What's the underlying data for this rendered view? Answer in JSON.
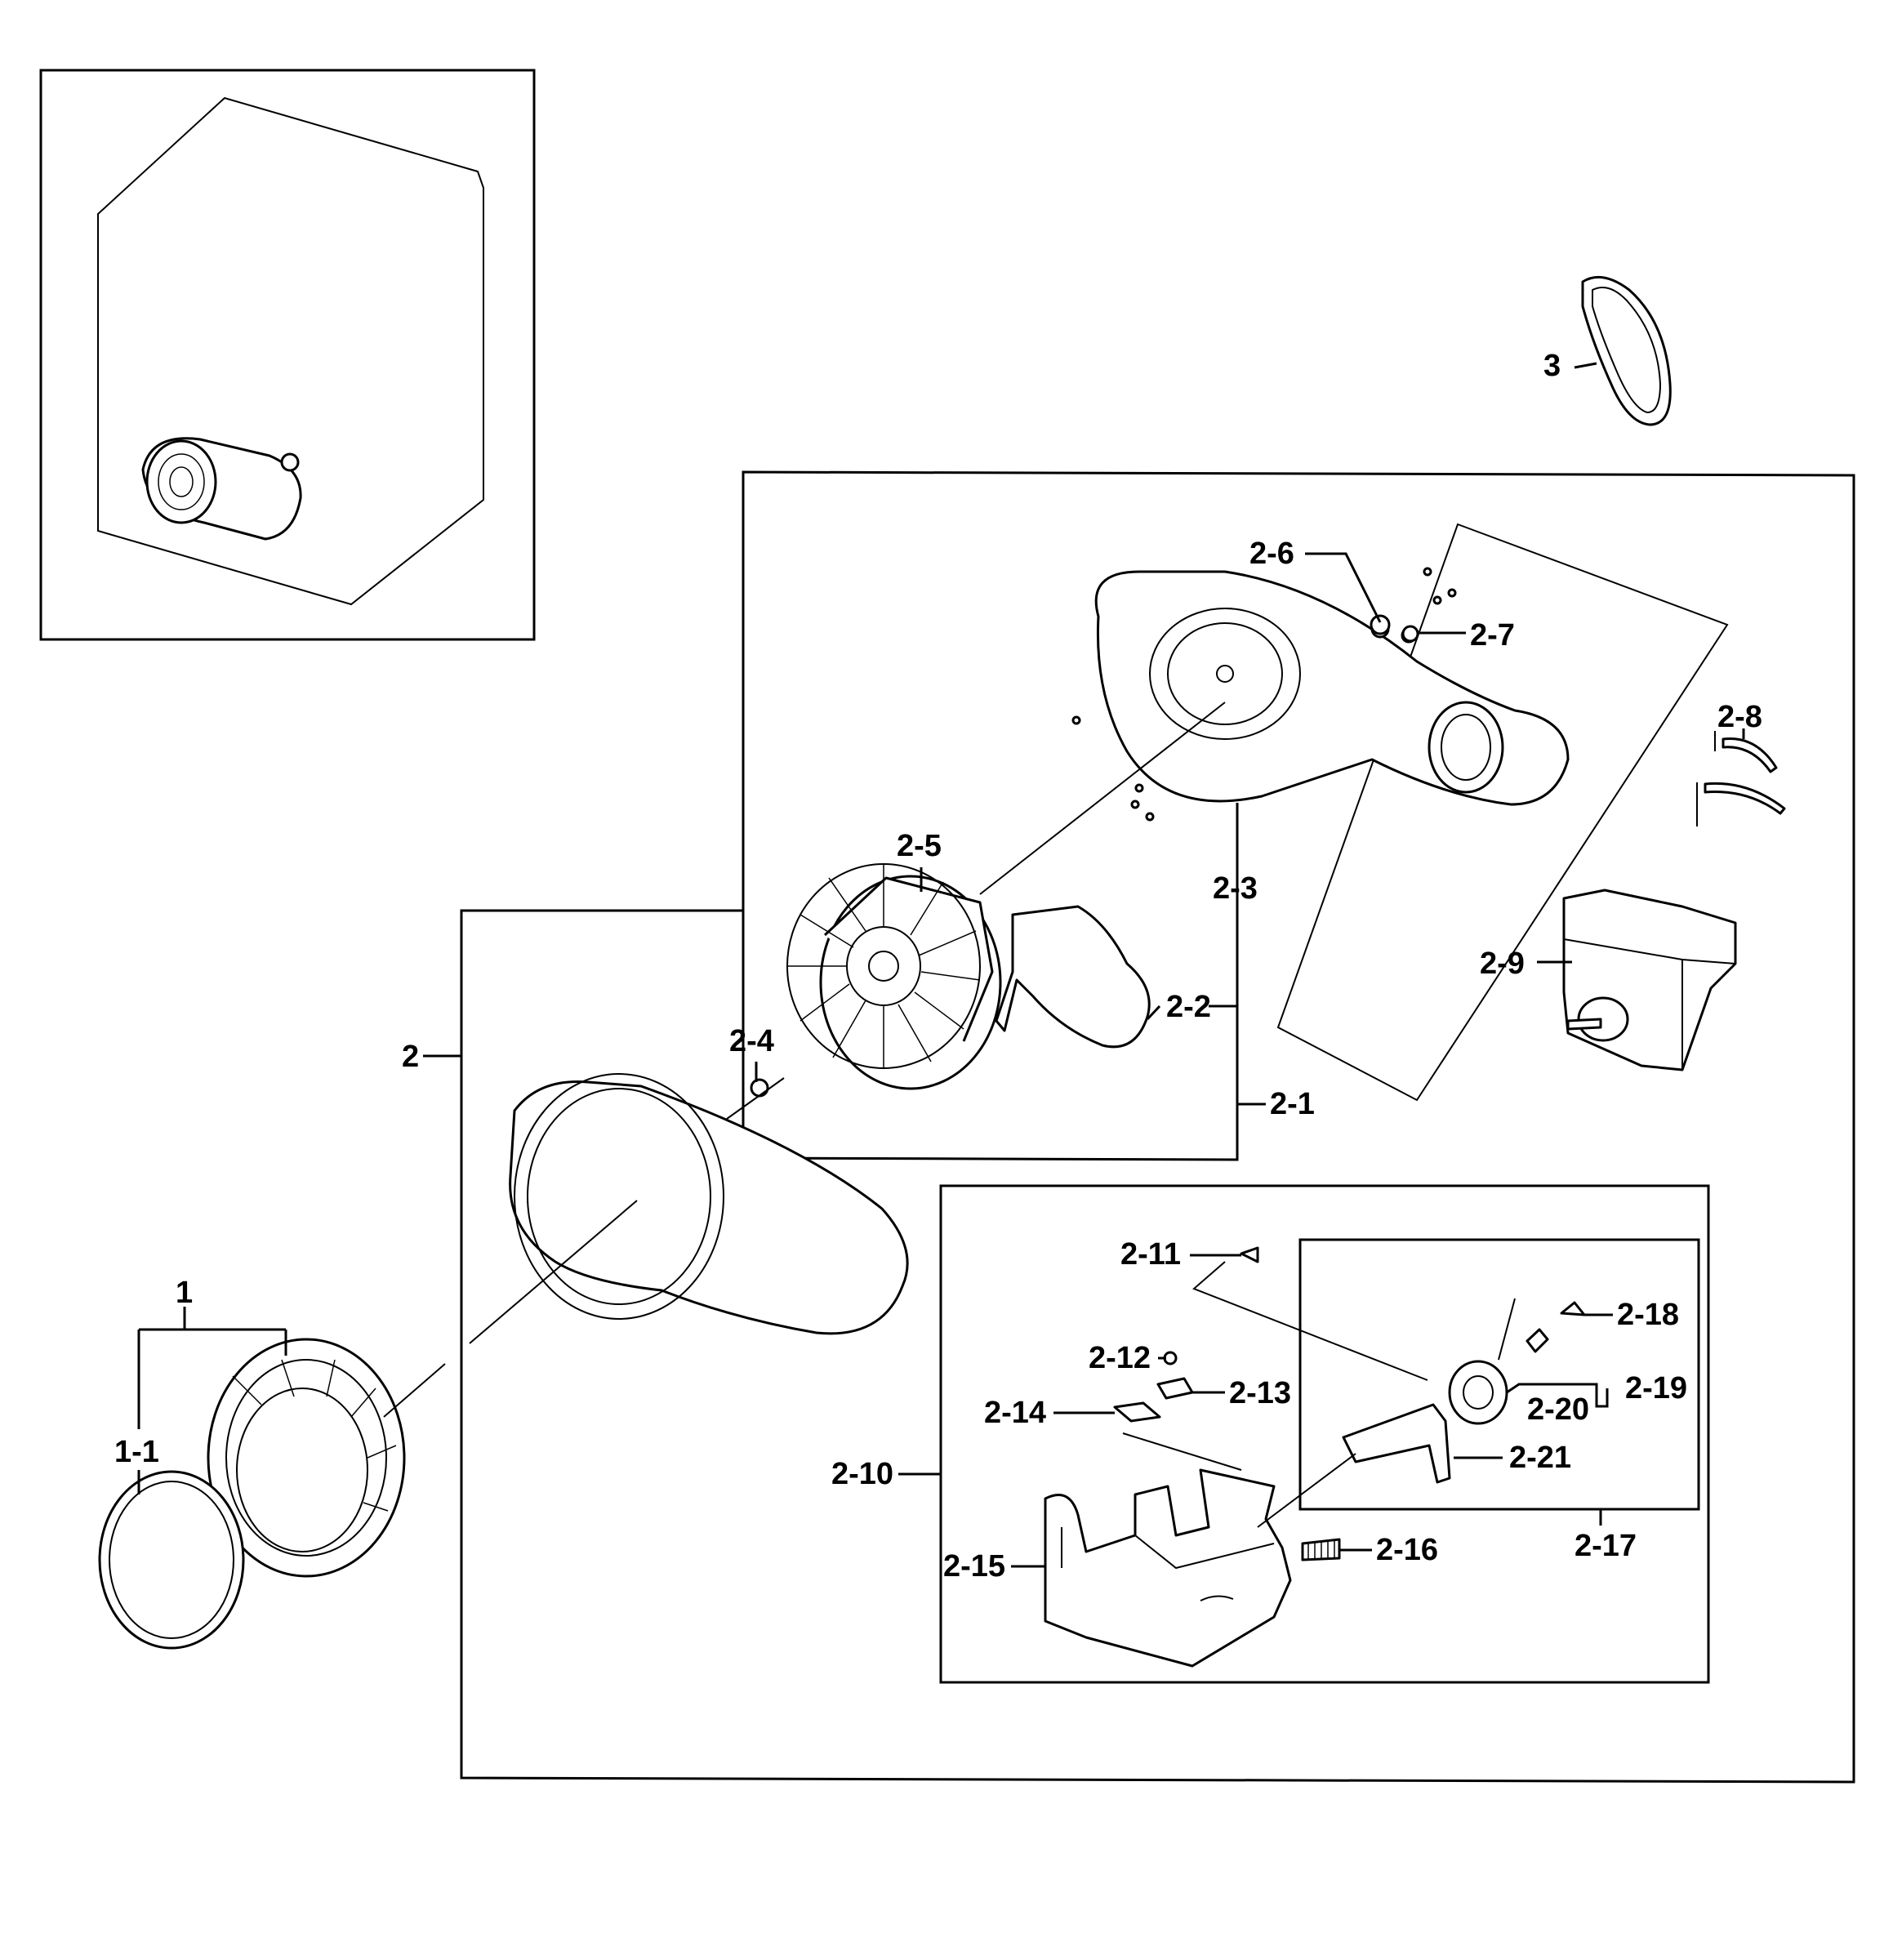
{
  "callouts": {
    "c3": "3",
    "c2_6": "2-6",
    "c2_7": "2-7",
    "c2_8": "2-8",
    "c2_5": "2-5",
    "c2_3": "2-3",
    "c2_9": "2-9",
    "c2_2": "2-2",
    "c2_4": "2-4",
    "c2": "2",
    "c2_1": "2-1",
    "c1": "1",
    "c1_1": "1-1",
    "c2_11": "2-11",
    "c2_18": "2-18",
    "c2_12": "2-12",
    "c2_13": "2-13",
    "c2_20": "2-20",
    "c2_19": "2-19",
    "c2_14": "2-14",
    "c2_21": "2-21",
    "c2_10": "2-10",
    "c2_15": "2-15",
    "c2_16": "2-16",
    "c2_17": "2-17"
  }
}
